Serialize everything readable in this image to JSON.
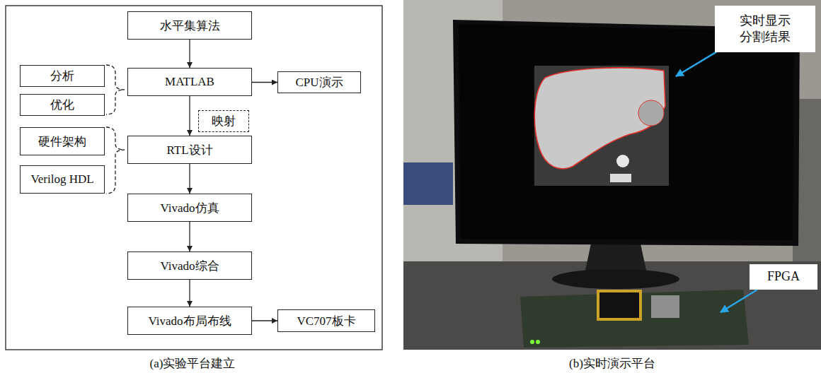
{
  "diagram": {
    "nodes": [
      {
        "text": [
          "水平集算法"
        ]
      },
      {
        "text": [
          "分析"
        ]
      },
      {
        "text": [
          "优化"
        ]
      },
      {
        "text": [
          "MATLAB"
        ]
      },
      {
        "text": [
          "CPU演示"
        ]
      },
      {
        "text": [
          "映射"
        ]
      },
      {
        "text": [
          "硬件架构"
        ]
      },
      {
        "text": [
          "RTL设计"
        ]
      },
      {
        "text": [
          "Verilog HDL"
        ]
      },
      {
        "text": [
          "Vivado仿真"
        ]
      },
      {
        "text": [
          "Vivado综合"
        ]
      },
      {
        "text": [
          "Vivado布局布线"
        ]
      },
      {
        "text": [
          "VC707板卡"
        ]
      },
      {
        "text": [
          "实时显示 分割结果"
        ]
      },
      {
        "text": [
          "FPGA"
        ]
      }
    ],
    "edges": [
      {
        "from": 0,
        "to": 3,
        "arrow": "to"
      },
      {
        "from": 3,
        "to": 4,
        "arrow": "to"
      },
      {
        "from": 3,
        "to": 7,
        "arrow": "to"
      },
      {
        "from": 7,
        "to": 9,
        "arrow": "to"
      },
      {
        "from": 9,
        "to": 10,
        "arrow": "to"
      },
      {
        "from": 10,
        "to": 11,
        "arrow": "to"
      },
      {
        "from": 11,
        "to": 12,
        "arrow": "to"
      }
    ],
    "labels": [
      "(a)实验平台建立",
      "(b)实时演示平台"
    ]
  }
}
